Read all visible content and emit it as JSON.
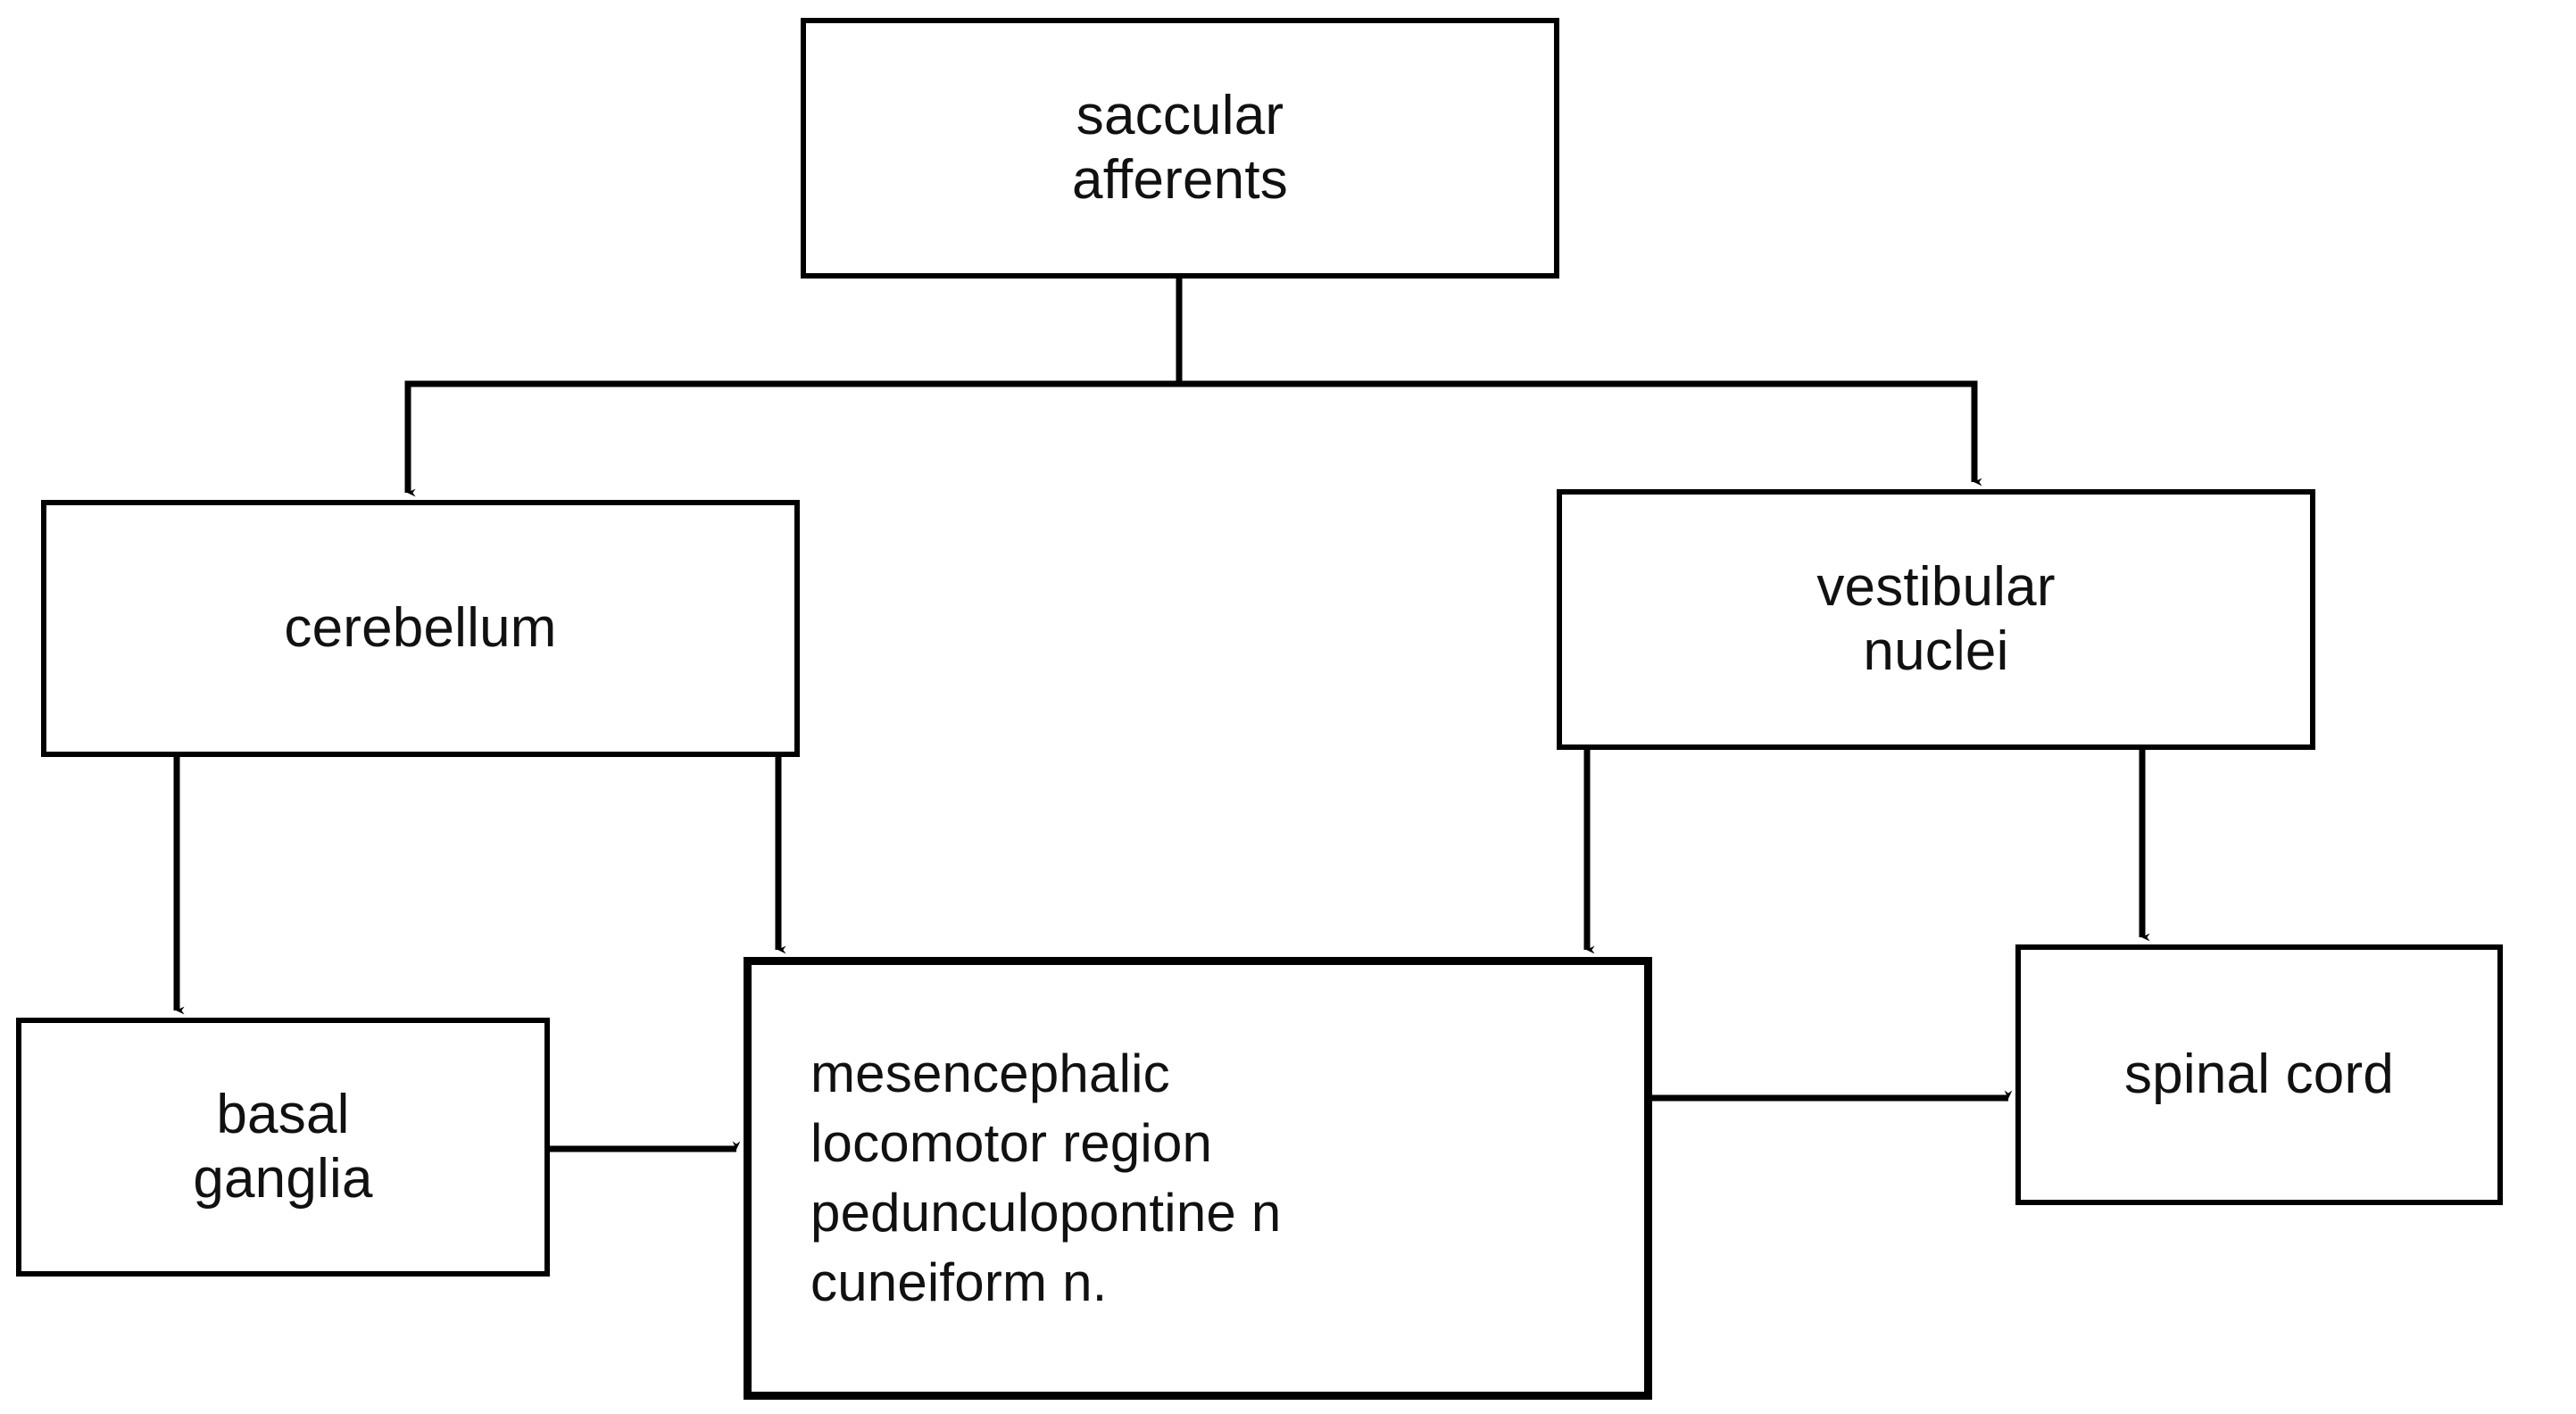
{
  "diagram": {
    "title": "saccular afferent pathway flow diagram",
    "background_color": "#ffffff",
    "stroke_color": "#000000",
    "text_color": "#111111",
    "nodes": [
      {
        "id": "saccular",
        "label": "saccular\nafferents"
      },
      {
        "id": "cerebellum",
        "label": "cerebellum"
      },
      {
        "id": "vestibular",
        "label": "vestibular\nnuclei"
      },
      {
        "id": "basal",
        "label": "basal\nganglia"
      },
      {
        "id": "mesencephalic",
        "label": "mesencephalic\nlocomotor region\npedunculopontine n\ncuneiform n."
      },
      {
        "id": "spinal",
        "label": "spinal cord"
      }
    ],
    "edges": [
      {
        "id": "edge-saccular-cerebellum",
        "from": "saccular",
        "to": "cerebellum",
        "style": "elbow-down-left",
        "arrow": "down"
      },
      {
        "id": "edge-saccular-vestibular",
        "from": "saccular",
        "to": "vestibular",
        "style": "elbow-down-right",
        "arrow": "down"
      },
      {
        "id": "edge-cerebellum-basal",
        "from": "cerebellum",
        "to": "basal",
        "style": "straight-down",
        "arrow": "down"
      },
      {
        "id": "edge-cerebellum-mesencephalic",
        "from": "cerebellum",
        "to": "mesencephalic",
        "style": "straight-down",
        "arrow": "down"
      },
      {
        "id": "edge-vestibular-mesencephalic",
        "from": "vestibular",
        "to": "mesencephalic",
        "style": "straight-down",
        "arrow": "down"
      },
      {
        "id": "edge-vestibular-spinal",
        "from": "vestibular",
        "to": "spinal",
        "style": "straight-down",
        "arrow": "down"
      },
      {
        "id": "edge-basal-mesencephalic",
        "from": "basal",
        "to": "mesencephalic",
        "style": "straight-right",
        "arrow": "right"
      },
      {
        "id": "edge-mesencephalic-spinal",
        "from": "mesencephalic",
        "to": "spinal",
        "style": "straight-right",
        "arrow": "right"
      }
    ]
  }
}
